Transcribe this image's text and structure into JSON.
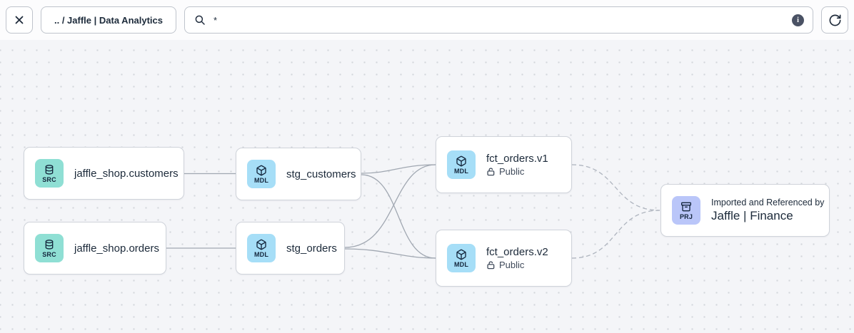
{
  "toolbar": {
    "close_button": {
      "icon": "close-icon"
    },
    "breadcrumb": {
      "label": ".. / Jaffle | Data Analytics"
    },
    "search": {
      "icon": "search-icon",
      "value": "*",
      "placeholder": "",
      "info_icon": "info-icon"
    },
    "refresh_button": {
      "icon": "refresh-icon"
    }
  },
  "nodes": [
    {
      "id": "jaffle_shop.customers",
      "type": "source",
      "badge": "SRC",
      "icon": "database-icon",
      "label": "jaffle_shop.customers"
    },
    {
      "id": "jaffle_shop.orders",
      "type": "source",
      "badge": "SRC",
      "icon": "database-icon",
      "label": "jaffle_shop.orders"
    },
    {
      "id": "stg_customers",
      "type": "model",
      "badge": "MDL",
      "icon": "cube-icon",
      "label": "stg_customers"
    },
    {
      "id": "stg_orders",
      "type": "model",
      "badge": "MDL",
      "icon": "cube-icon",
      "label": "stg_orders"
    },
    {
      "id": "fct_orders.v1",
      "type": "model",
      "badge": "MDL",
      "icon": "cube-icon",
      "label": "fct_orders.v1",
      "access": "Public",
      "access_icon": "unlock-icon"
    },
    {
      "id": "fct_orders.v2",
      "type": "model",
      "badge": "MDL",
      "icon": "cube-icon",
      "label": "fct_orders.v2",
      "access": "Public",
      "access_icon": "unlock-icon"
    },
    {
      "id": "jaffle_finance",
      "type": "project",
      "badge": "PRJ",
      "icon": "archive-icon",
      "title": "Imported and Referenced by",
      "label": "Jaffle | Finance"
    }
  ],
  "edges": [
    {
      "from": "jaffle_shop.customers",
      "to": "stg_customers",
      "style": "solid"
    },
    {
      "from": "jaffle_shop.orders",
      "to": "stg_orders",
      "style": "solid"
    },
    {
      "from": "stg_customers",
      "to": "fct_orders.v1",
      "style": "solid"
    },
    {
      "from": "stg_customers",
      "to": "fct_orders.v2",
      "style": "solid"
    },
    {
      "from": "stg_orders",
      "to": "fct_orders.v1",
      "style": "solid"
    },
    {
      "from": "stg_orders",
      "to": "fct_orders.v2",
      "style": "solid"
    },
    {
      "from": "fct_orders.v1",
      "to": "jaffle_finance",
      "style": "dashed"
    },
    {
      "from": "fct_orders.v2",
      "to": "jaffle_finance",
      "style": "dashed"
    }
  ],
  "colors": {
    "canvas_bg": "#f4f5f8",
    "node_border": "#cfd3da",
    "edge": "#a0a7b1",
    "text": "#1c2a3a",
    "source_badge": "#8fdfd4",
    "model_badge": "#a6def7",
    "project_badge": "#bac6f9"
  }
}
